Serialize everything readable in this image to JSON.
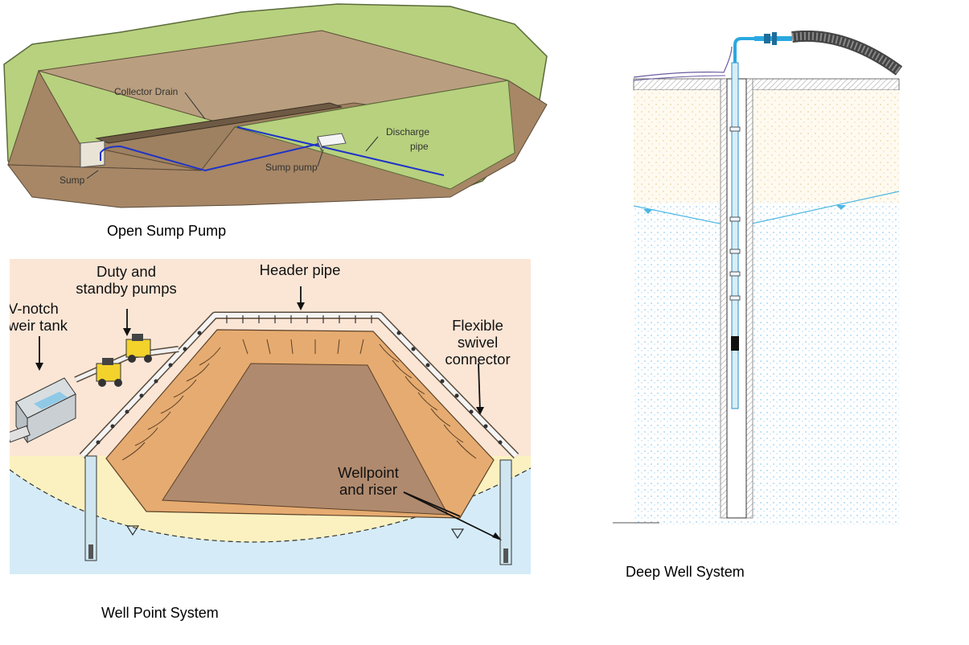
{
  "open_sump": {
    "caption": "Open Sump Pump",
    "labels": {
      "collector_drain": "Collector Drain",
      "sump": "Sump",
      "sump_pump": "Sump pump",
      "discharge_line1": "Discharge",
      "discharge_line2": "pipe"
    }
  },
  "well_point": {
    "caption": "Well Point System",
    "labels": {
      "duty_line1": "Duty and",
      "duty_line2": "standby pumps",
      "header_pipe": "Header pipe",
      "vnotch_line1": "V-notch",
      "vnotch_line2": "weir tank",
      "flexible_line1": "Flexible",
      "flexible_line2": "swivel",
      "flexible_line3": "connector",
      "wellpoint_line1": "Wellpoint",
      "wellpoint_line2": "and riser"
    }
  },
  "deep_well": {
    "caption": "Deep Well System"
  },
  "colors": {
    "earth_green": "#b7d17e",
    "pit_brown": "#a08565",
    "pipe_blue": "#1f33c8",
    "slope_orange": "#e6ab70",
    "sky_peach": "#fbe6d6",
    "sand_yellow": "#fbf1c0",
    "water_blue": "#d5ecf8"
  }
}
